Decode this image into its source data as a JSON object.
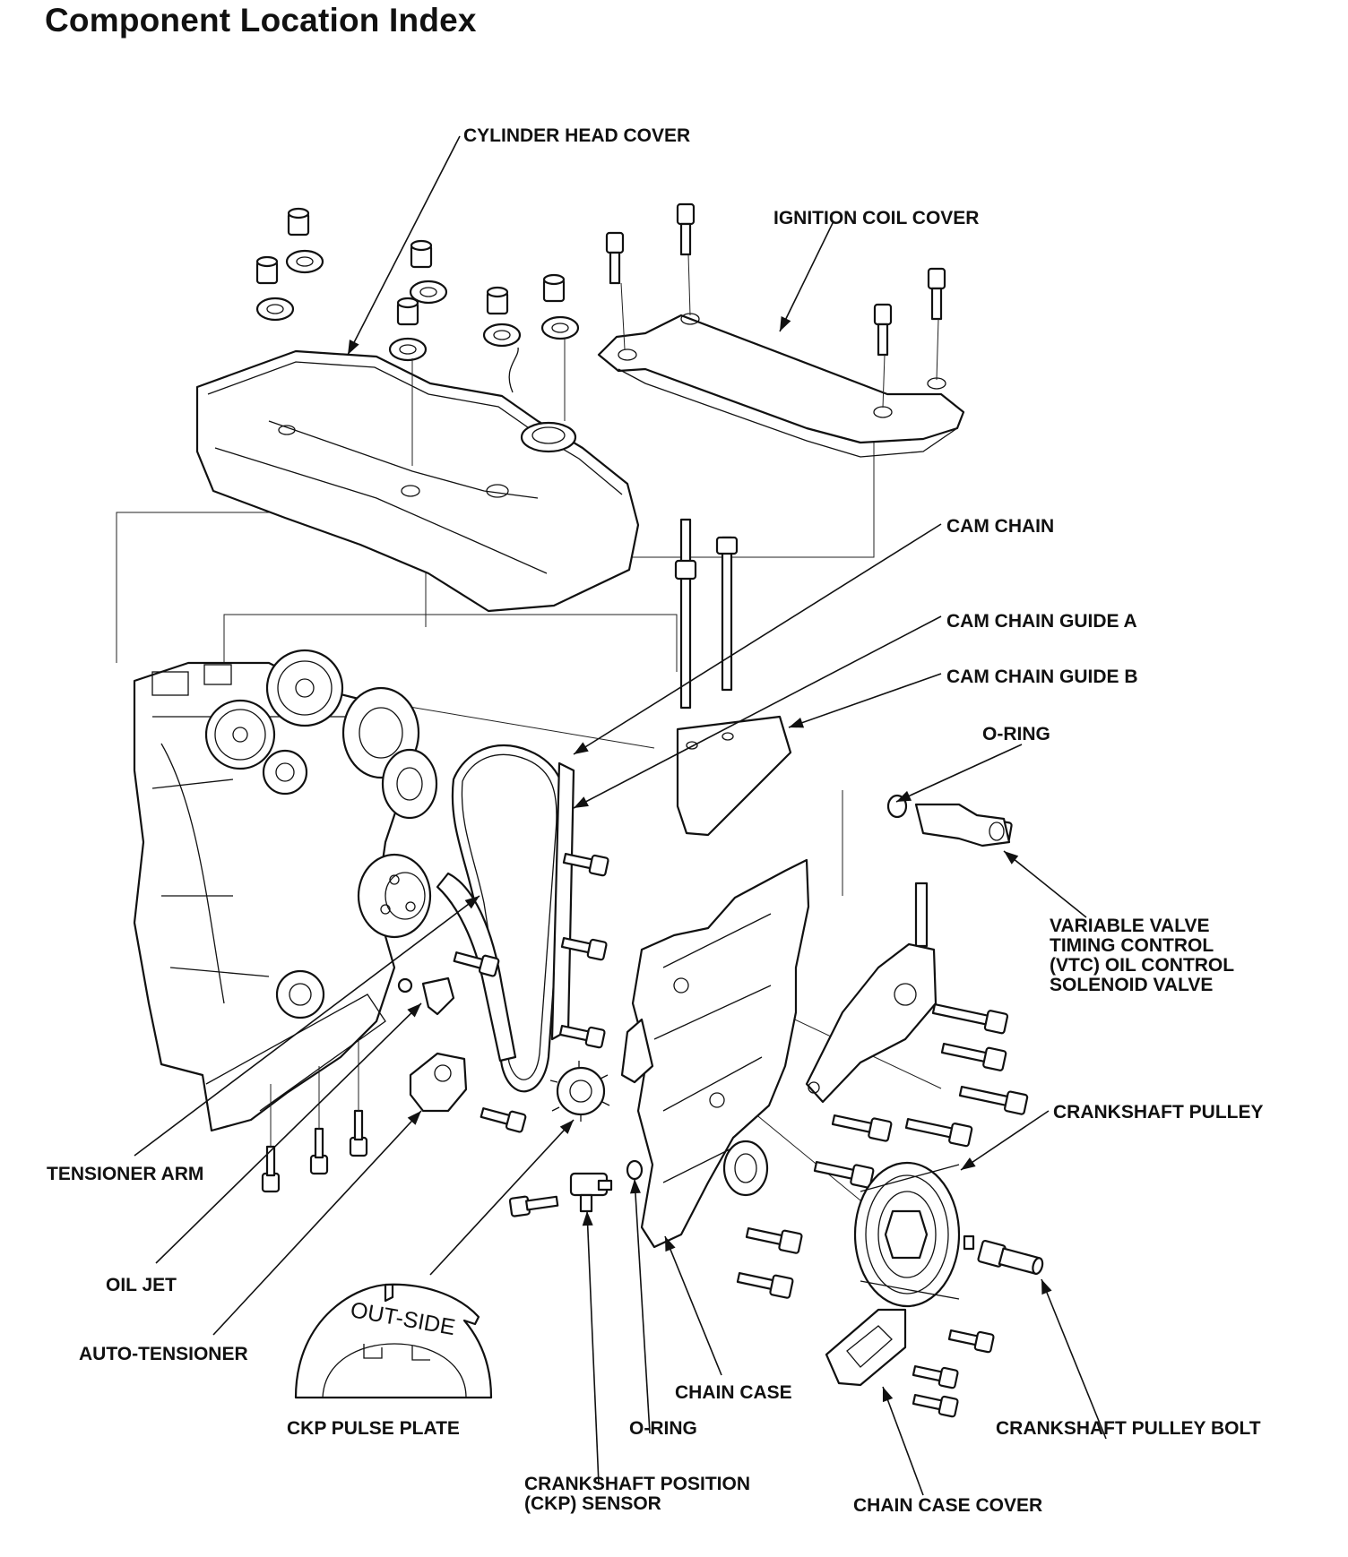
{
  "title": "Component Location Index",
  "labels": {
    "cylinder_head_cover": "CYLINDER HEAD COVER",
    "ignition_coil_cover": "IGNITION COIL COVER",
    "cam_chain": "CAM CHAIN",
    "cam_chain_guide_a": "CAM CHAIN GUIDE A",
    "cam_chain_guide_b": "CAM CHAIN GUIDE B",
    "o_ring_vtc": "O-RING",
    "vtc_valve": [
      "VARIABLE VALVE",
      "TIMING CONTROL",
      "(VTC) OIL CONTROL",
      "SOLENOID VALVE"
    ],
    "crankshaft_pulley": "CRANKSHAFT PULLEY",
    "tensioner_arm": "TENSIONER ARM",
    "oil_jet": "OIL JET",
    "auto_tensioner": "AUTO-TENSIONER",
    "ckp_pulse_plate": "CKP PULSE PLATE",
    "o_ring_ckp": "O-RING",
    "chain_case": "CHAIN CASE",
    "crankshaft_pulley_bolt": "CRANKSHAFT PULLEY BOLT",
    "ckp_sensor": [
      "CRANKSHAFT POSITION",
      "(CKP) SENSOR"
    ],
    "chain_case_cover": "CHAIN CASE COVER",
    "pulse_plate_mark": "OUT-SIDE"
  }
}
